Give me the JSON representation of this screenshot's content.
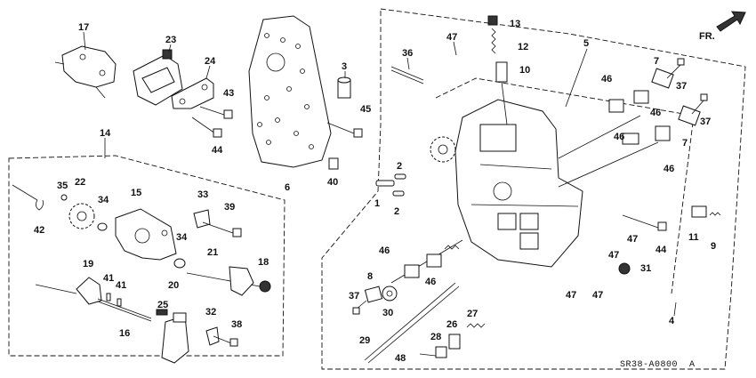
{
  "figure": {
    "code": "SR38-A0800",
    "code_suffix": "A",
    "direction_label": "FR."
  },
  "callouts": [
    "17",
    "23",
    "24",
    "3",
    "36",
    "43",
    "45",
    "44",
    "40",
    "6",
    "14",
    "35",
    "22",
    "34",
    "15",
    "33",
    "39",
    "42",
    "34",
    "21",
    "18",
    "19",
    "41",
    "41",
    "20",
    "25",
    "16",
    "32",
    "38",
    "47",
    "13",
    "12",
    "10",
    "5",
    "7",
    "37",
    "46",
    "46",
    "37",
    "7",
    "46",
    "46",
    "2",
    "1",
    "2",
    "11",
    "9",
    "47",
    "44",
    "47",
    "31",
    "47",
    "47",
    "4",
    "46",
    "8",
    "46",
    "37",
    "30",
    "29",
    "28",
    "26",
    "27",
    "48"
  ]
}
